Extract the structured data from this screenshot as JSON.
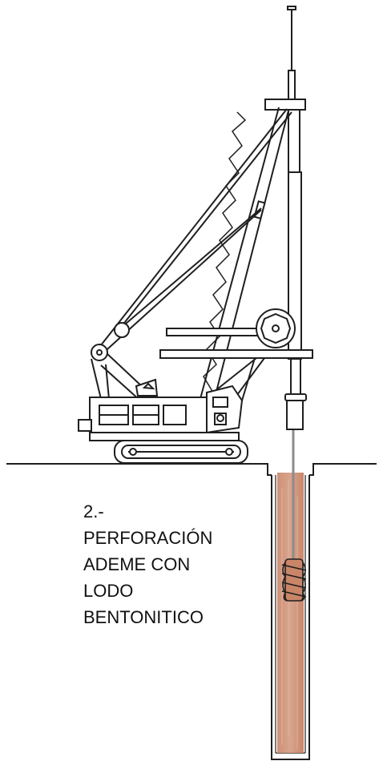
{
  "caption": {
    "step": "2.-",
    "lines": [
      "PERFORACIÓN",
      "ADEME CON",
      "LODO",
      "BENTONITICO"
    ]
  },
  "colors": {
    "line": "#1f1f1f",
    "background": "#ffffff",
    "mud": "#c47a5c",
    "mud_light": "#d9a28a",
    "drill_rod": "#8c8c8c"
  },
  "icons": [
    "piling-rig-icon",
    "crawler-track-icon",
    "drill-auger-icon",
    "excavation-pit-icon"
  ]
}
